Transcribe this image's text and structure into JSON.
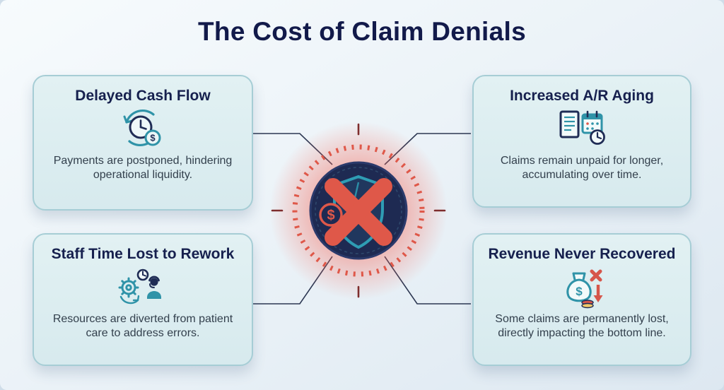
{
  "title": "The Cost of Claim Denials",
  "center": {
    "icon": "shield-denied-x-icon",
    "dollar_glyph": "$"
  },
  "cards": [
    {
      "id": "delayed-cash-flow",
      "title": "Delayed Cash Flow",
      "description": "Payments are postponed, hindering operational liquidity.",
      "icon": "clock-refresh-dollar-icon",
      "dollar_glyph": "$"
    },
    {
      "id": "increased-ar-aging",
      "title": "Increased A/R Aging",
      "description": "Claims remain unpaid for longer, accumulating over time.",
      "icon": "document-calendar-clock-icon"
    },
    {
      "id": "staff-time-lost-to-rework",
      "title": "Staff Time Lost to Rework",
      "description": "Resources are diverted from patient care to address errors.",
      "icon": "gears-support-agent-icon"
    },
    {
      "id": "revenue-never-recovered",
      "title": "Revenue Never Recovered",
      "description": "Some claims are permanently lost, directly impacting the bottom line.",
      "icon": "money-bag-loss-icon",
      "dollar_glyph": "$"
    }
  ],
  "colors": {
    "background": "#ecf3f8",
    "card_bg": "#dceef1",
    "card_border": "#a6cdd5",
    "title_navy": "#121a4a",
    "accent_teal": "#2f93a8",
    "accent_coral": "#df5849",
    "badge_navy": "#1e2a52",
    "connector": "#2c3752"
  }
}
